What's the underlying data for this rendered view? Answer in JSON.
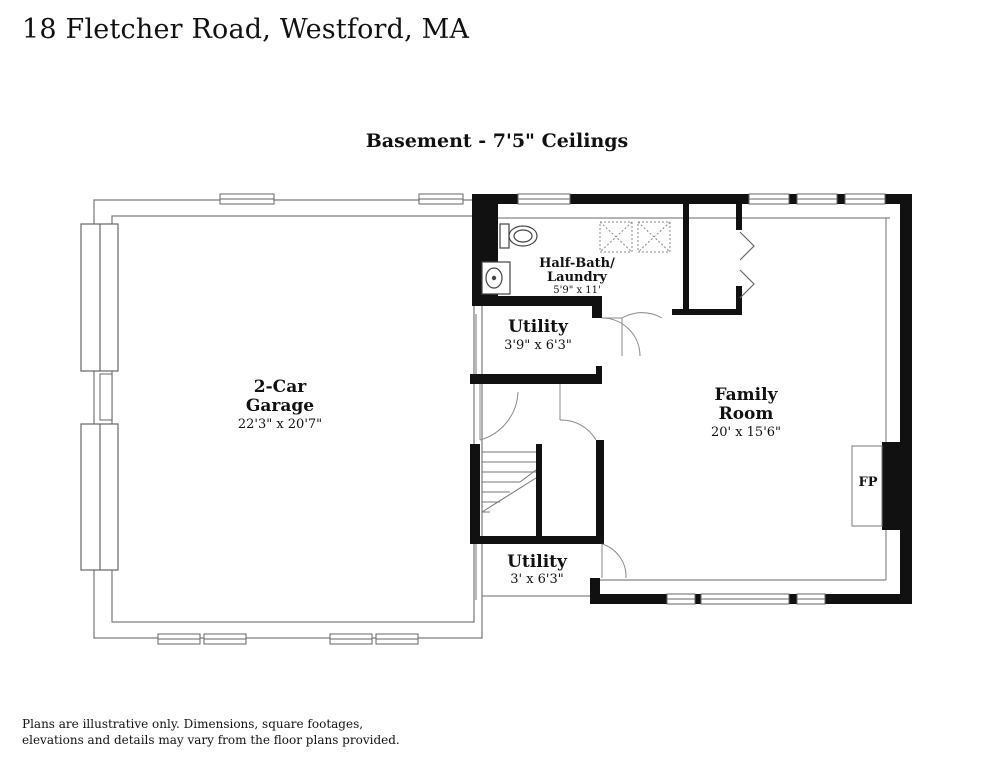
{
  "header": {
    "title": "18 Fletcher Road, Westford, MA"
  },
  "floor": {
    "label": "Basement - 7'5\" Ceilings"
  },
  "rooms": {
    "garage": {
      "name_line1": "2-Car",
      "name_line2": "Garage",
      "dims": "22'3\" x 20'7\""
    },
    "half_bath": {
      "name_line1": "Half-Bath/",
      "name_line2": "Laundry",
      "dims": "5'9\" x 11'"
    },
    "utility_upper": {
      "name": "Utility",
      "dims": "3'9\" x 6'3\""
    },
    "family_room": {
      "name_line1": "Family",
      "name_line2": "Room",
      "dims": "20' x 15'6\""
    },
    "utility_lower": {
      "name": "Utility",
      "dims": "3' x 6'3\""
    },
    "fireplace": {
      "label": "FP"
    }
  },
  "footer": {
    "disclaimer": "Plans are illustrative only. Dimensions, square footages, elevations and details may vary from the floor plans provided."
  }
}
